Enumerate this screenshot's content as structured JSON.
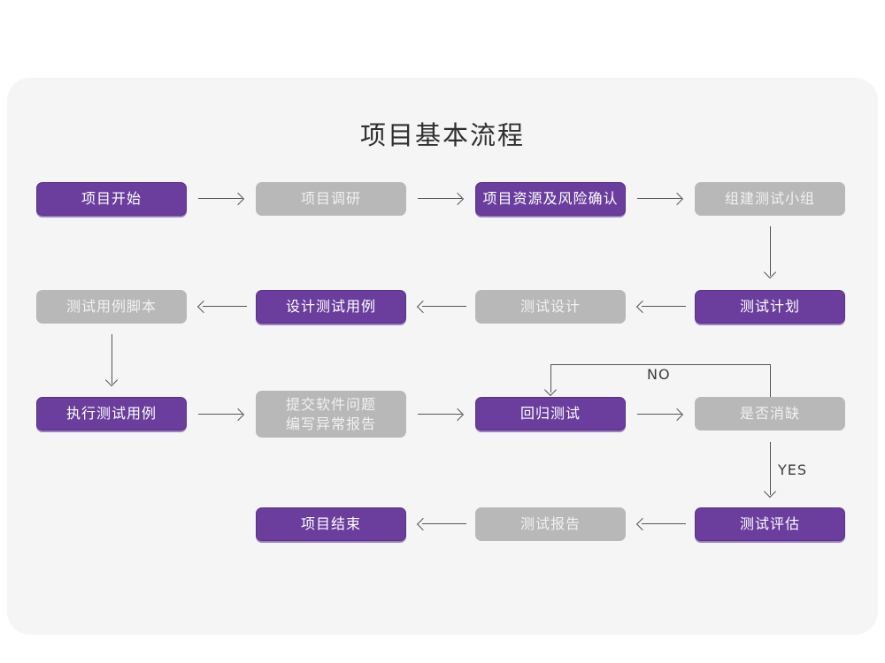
{
  "title": "项目基本流程",
  "colors": {
    "canvas_bg": "#f5f5f5",
    "page_bg": "#ffffff",
    "accent_purple": "#6b3e9e",
    "muted_gray": "#b8b8b8",
    "connector": "#565656",
    "title_text": "#2f2f2f"
  },
  "nodes": [
    {
      "id": "project-start",
      "label": "项目开始",
      "style": "purple"
    },
    {
      "id": "project-research",
      "label": "项目调研",
      "style": "gray"
    },
    {
      "id": "resource-risk",
      "label": "项目资源及风险确认",
      "style": "purple"
    },
    {
      "id": "build-test-team",
      "label": "组建测试小组",
      "style": "gray"
    },
    {
      "id": "test-case-script",
      "label": "测试用例脚本",
      "style": "gray"
    },
    {
      "id": "design-test-case",
      "label": "设计测试用例",
      "style": "purple"
    },
    {
      "id": "test-design",
      "label": "测试设计",
      "style": "gray"
    },
    {
      "id": "test-plan",
      "label": "测试计划",
      "style": "purple"
    },
    {
      "id": "execute-test-case",
      "label": "执行测试用例",
      "style": "purple"
    },
    {
      "id": "submit-defect-report",
      "label": "提交软件问题\n编写异常报告",
      "style": "gray"
    },
    {
      "id": "regression-test",
      "label": "回归测试",
      "style": "purple"
    },
    {
      "id": "defect-cleared",
      "label": "是否消缺",
      "style": "gray"
    },
    {
      "id": "project-end",
      "label": "项目结束",
      "style": "purple"
    },
    {
      "id": "test-report",
      "label": "测试报告",
      "style": "gray"
    },
    {
      "id": "test-evaluation",
      "label": "测试评估",
      "style": "purple"
    }
  ],
  "edge_labels": {
    "no": "NO",
    "yes": "YES"
  },
  "chart_data": {
    "type": "diagram",
    "title": "项目基本流程",
    "flow": [
      {
        "from": "项目开始",
        "to": "项目调研",
        "direction": "right"
      },
      {
        "from": "项目调研",
        "to": "项目资源及风险确认",
        "direction": "right"
      },
      {
        "from": "项目资源及风险确认",
        "to": "组建测试小组",
        "direction": "right"
      },
      {
        "from": "组建测试小组",
        "to": "测试计划",
        "direction": "down"
      },
      {
        "from": "测试计划",
        "to": "测试设计",
        "direction": "left"
      },
      {
        "from": "测试设计",
        "to": "设计测试用例",
        "direction": "left"
      },
      {
        "from": "设计测试用例",
        "to": "测试用例脚本",
        "direction": "left"
      },
      {
        "from": "测试用例脚本",
        "to": "执行测试用例",
        "direction": "down"
      },
      {
        "from": "执行测试用例",
        "to": "提交软件问题编写异常报告",
        "direction": "right"
      },
      {
        "from": "提交软件问题编写异常报告",
        "to": "回归测试",
        "direction": "right"
      },
      {
        "from": "回归测试",
        "to": "是否消缺",
        "direction": "right"
      },
      {
        "from": "是否消缺",
        "to": "回归测试",
        "direction": "loop-up-left",
        "label": "NO"
      },
      {
        "from": "是否消缺",
        "to": "测试评估",
        "direction": "down",
        "label": "YES"
      },
      {
        "from": "测试评估",
        "to": "测试报告",
        "direction": "left"
      },
      {
        "from": "测试报告",
        "to": "项目结束",
        "direction": "left"
      }
    ]
  }
}
